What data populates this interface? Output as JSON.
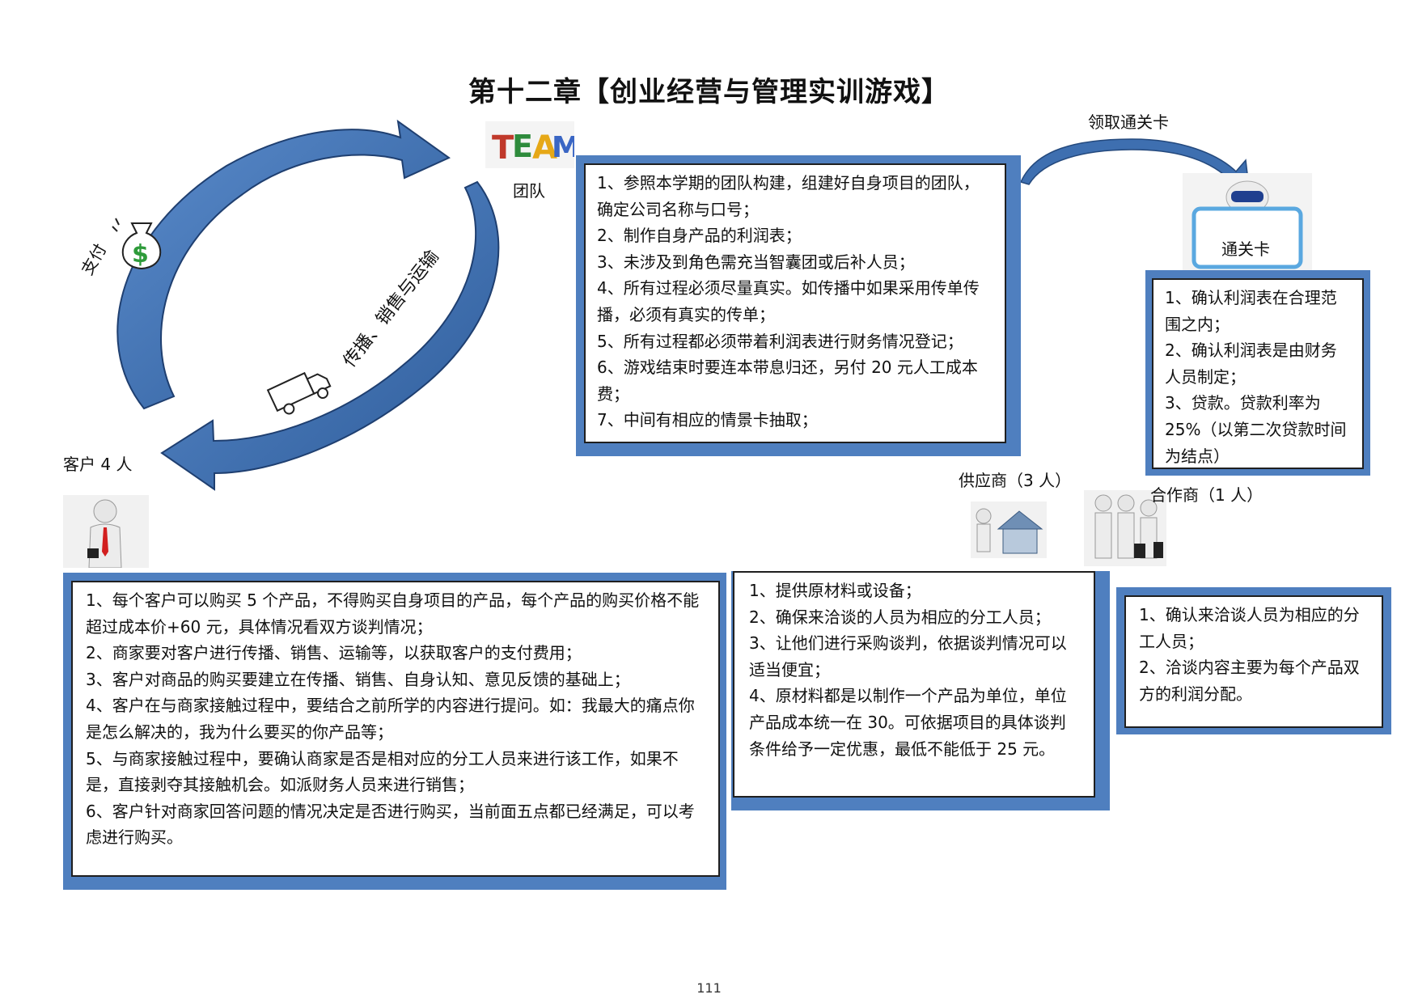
{
  "title": "第十二章【创业经营与管理实训游戏】",
  "labels": {
    "team": "团队",
    "pay": "支付",
    "spread": "传播、销售与运输",
    "customer": "客户 4 人",
    "get_pass": "领取通关卡",
    "pass_card": "通关卡",
    "supplier": "供应商（3 人）",
    "partner": "合作商（1 人）",
    "team_logo": "TEAM"
  },
  "team_rules": [
    "1、参照本学期的团队构建，组建好自身项目的团队，确定公司名称与口号；",
    "2、制作自身产品的利润表；",
    "3、未涉及到角色需充当智囊团或后补人员；",
    "4、所有过程必须尽量真实。如传播中如果采用传单传播，必须有真实的传单；",
    "5、所有过程都必须带着利润表进行财务情况登记；",
    "6、游戏结束时要连本带息归还，另付 20 元人工成本费；",
    "7、中间有相应的情景卡抽取；"
  ],
  "pass_rules": [
    "1、确认利润表在合理范围之内；",
    "2、确认利润表是由财务人员制定；",
    "3、贷款。贷款利率为 25%（以第二次贷款时间为结点）"
  ],
  "customer_rules": [
    "1、每个客户可以购买 5 个产品，不得购买自身项目的产品，每个产品的购买价格不能超过成本价+60 元，具体情况看双方谈判情况；",
    "2、商家要对客户进行传播、销售、运输等，以获取客户的支付费用；",
    "3、客户对商品的购买要建立在传播、销售、自身认知、意见反馈的基础上；",
    "4、客户在与商家接触过程中，要结合之前所学的内容进行提问。如：我最大的痛点你是怎么解决的，我为什么要买的你产品等；",
    "5、与商家接触过程中，要确认商家是否是相对应的分工人员来进行该工作，如果不是，直接剥夺其接触机会。如派财务人员来进行销售；",
    "6、客户针对商家回答问题的情况决定是否进行购买，当前面五点都已经满足，可以考虑进行购买。"
  ],
  "supplier_rules": [
    "1、提供原材料或设备；",
    "2、确保来洽谈的人员为相应的分工人员；",
    "3、让他们进行采购谈判，依据谈判情况可以适当便宜；",
    "4、原材料都是以制作一个产品为单位，单位产品成本统一在 30。可依据项目的具体谈判条件给予一定优惠，最低不能低于 25 元。"
  ],
  "partner_rules": [
    "1、确认来洽谈人员为相应的分工人员；",
    "2、洽谈内容主要为每个产品双方的利润分配。"
  ],
  "page_number": "111",
  "colors": {
    "panel_blue": "#4f7fbf",
    "arrow_blue": "#3e6fb0",
    "arrow_dark": "#24497d"
  },
  "icons": {
    "team": "team-letters-icon",
    "money": "money-bag-icon",
    "truck": "truck-icon",
    "person": "businessman-icon",
    "house": "house-deal-icon",
    "handshake": "handshake-icon",
    "robot": "robot-holding-card-icon"
  }
}
